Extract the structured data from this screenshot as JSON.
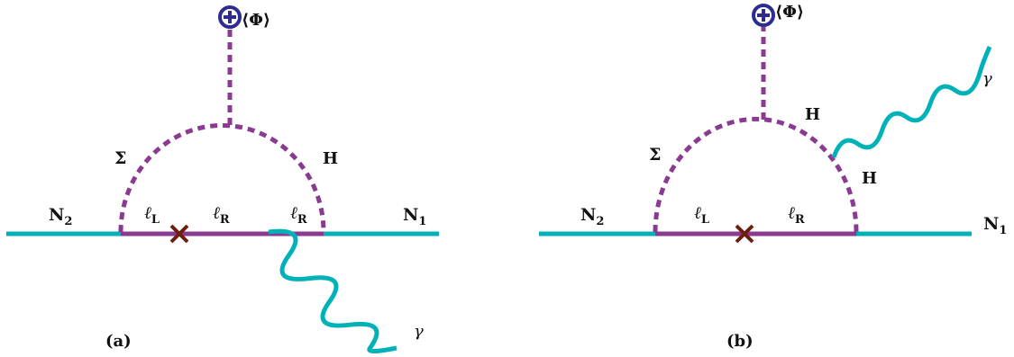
{
  "colors": {
    "fermion_external": "#00b2b8",
    "fermion_internal": "#8a3a91",
    "scalar": "#8a3a91",
    "photon": "#00b2b8",
    "vev": "#2e2c8f",
    "mass_insertion": "#6b1f0f"
  },
  "icons": {
    "vev": "circled-plus-icon",
    "mass_insertion": "cross-icon"
  },
  "diagrams": [
    {
      "caption": "(a)",
      "vev_label": "⟨Φ⟩",
      "incoming": {
        "symbol": "N",
        "sub": "2"
      },
      "outgoing": {
        "symbol": "N",
        "sub": "1"
      },
      "loop_left": "Σ",
      "loop_right": "H",
      "internal": [
        {
          "symbol": "ℓ",
          "sub": "L"
        },
        {
          "symbol": "ℓ",
          "sub": "R"
        },
        {
          "symbol": "ℓ",
          "sub": "R"
        }
      ],
      "photon": "γ"
    },
    {
      "caption": "(b)",
      "vev_label": "⟨Φ⟩",
      "incoming": {
        "symbol": "N",
        "sub": "2"
      },
      "outgoing": {
        "symbol": "N",
        "sub": "1"
      },
      "loop_left": "Σ",
      "loop_right_upper": "H",
      "loop_right_lower": "H",
      "internal": [
        {
          "symbol": "ℓ",
          "sub": "L"
        },
        {
          "symbol": "ℓ",
          "sub": "R"
        }
      ],
      "photon": "γ"
    }
  ]
}
